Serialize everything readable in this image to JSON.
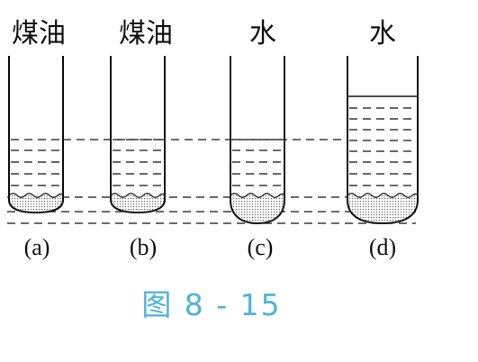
{
  "tubes": [
    {
      "liquid_label": "煤油",
      "sub_label": "(a)"
    },
    {
      "liquid_label": "煤油",
      "sub_label": "(b)"
    },
    {
      "liquid_label": "水",
      "sub_label": "(c)"
    },
    {
      "liquid_label": "水",
      "sub_label": "(d)"
    }
  ],
  "figure_label": "图 8 - 15",
  "colors": {
    "line": "#111111",
    "caption": "#4fb3d9",
    "sediment": "#cfcfcf"
  }
}
